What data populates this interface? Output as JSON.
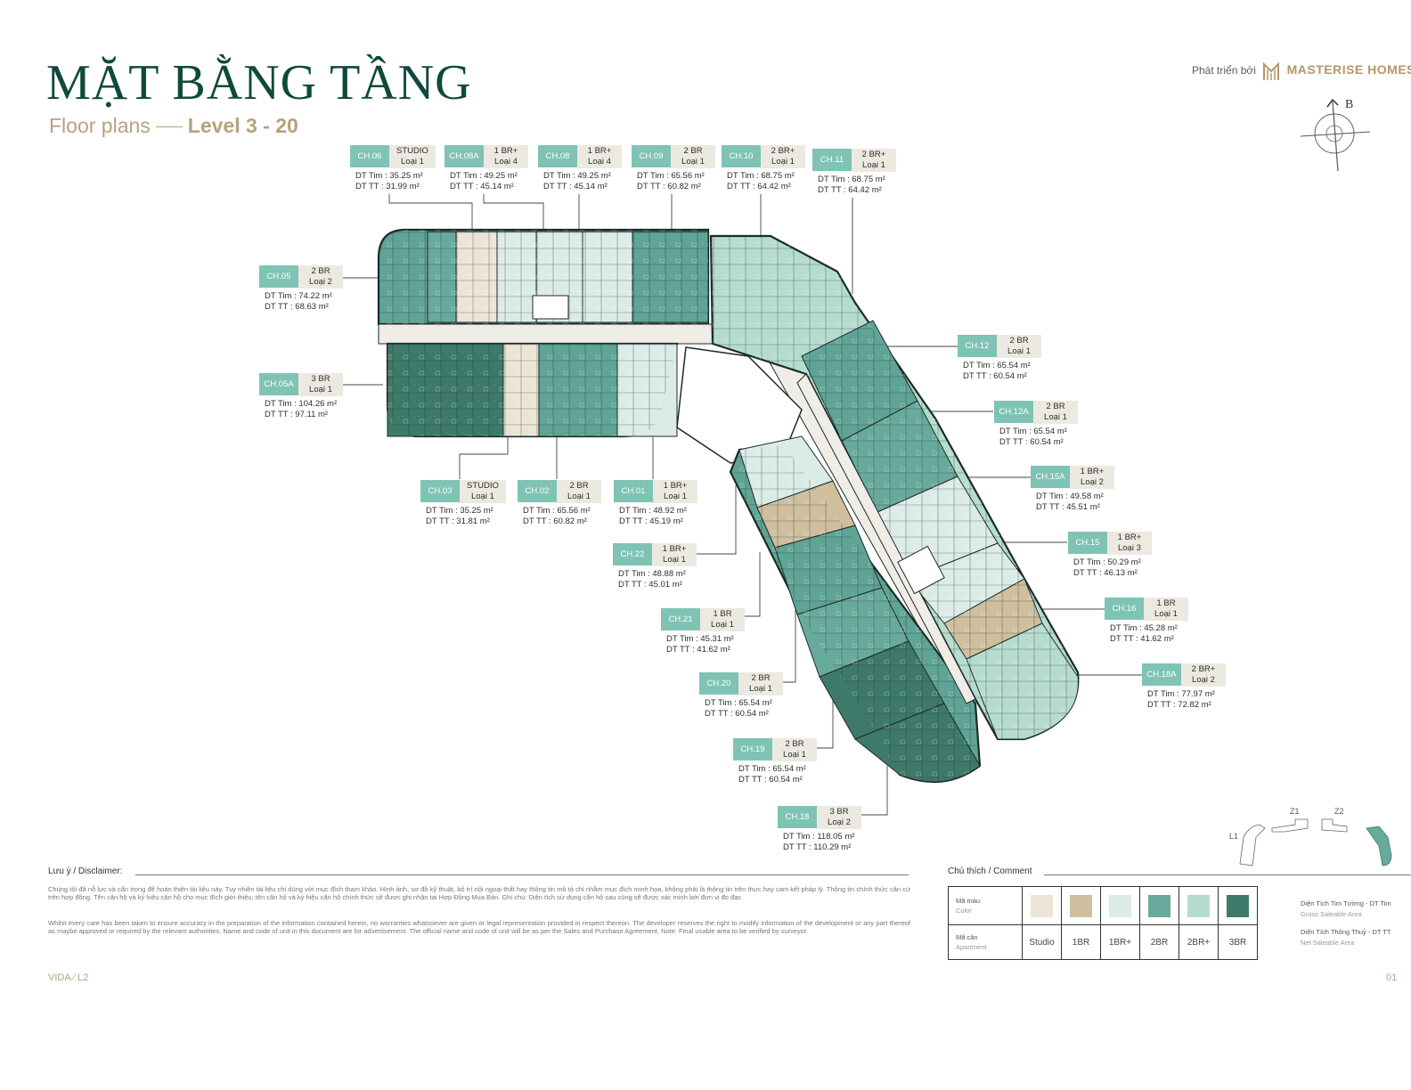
{
  "header": {
    "title": "MẶT BẰNG TẦNG",
    "subtitle": "Floor plans",
    "level": "Level 3 - 20"
  },
  "brand": {
    "prefix": "Phát triển bởi",
    "name": "MASTERISE HOMES"
  },
  "compass": {
    "label": "B"
  },
  "units": [
    {
      "code": "CH.06",
      "type": "STUDIO",
      "kind": "Loại 1",
      "gross": "DT Tim  : 35.25 m²",
      "net": "DT TT   : 31.99 m²"
    },
    {
      "code": "CH.08A",
      "type": "1 BR+",
      "kind": "Loại 4",
      "gross": "DT Tim  : 49.25 m²",
      "net": "DT TT   : 45.14 m²"
    },
    {
      "code": "CH.08",
      "type": "1 BR+",
      "kind": "Loại 4",
      "gross": "DT Tim  : 49.25 m²",
      "net": "DT TT   : 45.14 m²"
    },
    {
      "code": "CH.09",
      "type": "2 BR",
      "kind": "Loại 1",
      "gross": "DT Tim  : 65.56 m²",
      "net": "DT TT   : 60.82 m²"
    },
    {
      "code": "CH.10",
      "type": "2 BR+",
      "kind": "Loại 1",
      "gross": "DT Tim  : 68.75 m²",
      "net": "DT TT   : 64.42 m²"
    },
    {
      "code": "CH.11",
      "type": "2 BR+",
      "kind": "Loại 1",
      "gross": "DT Tim  : 68.75 m²",
      "net": "DT TT   : 64.42 m²"
    },
    {
      "code": "CH.05",
      "type": "2 BR",
      "kind": "Loại 2",
      "gross": "DT Tim  : 74.22 m²",
      "net": "DT TT   : 68.63 m²"
    },
    {
      "code": "CH.05A",
      "type": "3 BR",
      "kind": "Loại 1",
      "gross": "DT Tim  : 104.26 m²",
      "net": "DT TT   : 97.11 m²"
    },
    {
      "code": "CH.12",
      "type": "2 BR",
      "kind": "Loại 1",
      "gross": "DT Tim  : 65.54 m²",
      "net": "DT TT   : 60.54 m²"
    },
    {
      "code": "CH.12A",
      "type": "2 BR",
      "kind": "Loại 1",
      "gross": "DT Tim  : 65.54 m²",
      "net": "DT TT   : 60.54 m²"
    },
    {
      "code": "CH.15A",
      "type": "1 BR+",
      "kind": "Loại 2",
      "gross": "DT Tim  : 49.58 m²",
      "net": "DT TT   : 45.51 m²"
    },
    {
      "code": "CH.15",
      "type": "1 BR+",
      "kind": "Loại 3",
      "gross": "DT Tim  : 50.29 m²",
      "net": "DT TT   : 46.13 m²"
    },
    {
      "code": "CH.16",
      "type": "1 BR",
      "kind": "Loại 1",
      "gross": "DT Tim  : 45.28 m²",
      "net": "DT TT   : 41.62 m²"
    },
    {
      "code": "CH.18A",
      "type": "2 BR+",
      "kind": "Loại 2",
      "gross": "DT Tim  : 77.97 m²",
      "net": "DT TT   : 72.82 m²"
    },
    {
      "code": "CH.03",
      "type": "STUDIO",
      "kind": "Loại 1",
      "gross": "DT Tim  : 35.25 m²",
      "net": "DT TT   : 31.81 m²"
    },
    {
      "code": "CH.02",
      "type": "2 BR",
      "kind": "Loại 1",
      "gross": "DT Tim  : 65.56 m²",
      "net": "DT TT   : 60.82 m²"
    },
    {
      "code": "CH.01",
      "type": "1 BR+",
      "kind": "Loại 1",
      "gross": "DT Tim  : 48.92 m²",
      "net": "DT TT   : 45.19 m²"
    },
    {
      "code": "CH.22",
      "type": "1 BR+",
      "kind": "Loại 1",
      "gross": "DT Tim  : 48.88 m²",
      "net": "DT TT   : 45.01 m²"
    },
    {
      "code": "CH.21",
      "type": "1 BR",
      "kind": "Loại 1",
      "gross": "DT Tim  : 45.31 m²",
      "net": "DT TT   : 41.62 m²"
    },
    {
      "code": "CH.20",
      "type": "2 BR",
      "kind": "Loại 1",
      "gross": "DT Tim  : 65.54 m²",
      "net": "DT TT   : 60.54 m²"
    },
    {
      "code": "CH.19",
      "type": "2 BR",
      "kind": "Loại 1",
      "gross": "DT Tim  : 65.54 m²",
      "net": "DT TT   : 60.54 m²"
    },
    {
      "code": "CH.18",
      "type": "3 BR",
      "kind": "Loại 2",
      "gross": "DT Tim  : 118.05 m²",
      "net": "DT TT   : 110.29 m²"
    }
  ],
  "disclaimer": {
    "title": "Lưu ý / Disclaimer:",
    "vi": "Chúng tôi đã nỗ lực và cẩn trọng để hoàn thiện tài liệu này. Tuy nhiên tài liệu chỉ dùng với mục đích tham khảo. Hình ảnh, sơ đồ kỹ thuật, bố trí nội ngoại thất hay thông tin mô tả chỉ nhằm mục đích minh họa, không phải là thông tin trên thực hay cam kết pháp lý. Thông tin chính thức căn cứ trên hợp đồng. Tên căn hộ và ký hiệu căn hộ cho mục đích giới thiệu; tên căn hộ và ký hiệu căn hộ chính thức sẽ được ghi nhận tại Hợp Đồng Mua Bán. Ghi chú: Diện tích sử dụng căn hộ sau cùng sẽ được xác minh bởi đơn vị đo đạc.",
    "en": "Whilst every care has been taken to ensure accuracy in the preparation of the information contained herein, no warranties whatsoever are given or legal representation provided in respect thereon. The developer reserves the right to modify information of the development or any part thereof as maybe approved or required by the relevant authorities. Name and code of unit in this document are for advertisement. The official name and code of unit will be as per the Sales and Purchase Agreement. Note: Final usable area to be verified by surveyor."
  },
  "legend": {
    "title": "Chú thích / Comment",
    "color_label": "Mã màu",
    "color_label_en": "Color",
    "apt_label": "Mã căn",
    "apt_label_en": "Apartment",
    "items": [
      {
        "name": "Studio",
        "color": "#ece5d7"
      },
      {
        "name": "1BR",
        "color": "#cfbf9f"
      },
      {
        "name": "1BR+",
        "color": "#dbece8"
      },
      {
        "name": "2BR",
        "color": "#68aa9b"
      },
      {
        "name": "2BR+",
        "color": "#b5dccf"
      },
      {
        "name": "3BR",
        "color": "#3e7a69"
      }
    ]
  },
  "notes": [
    {
      "vi": "Diện Tích Tim Tường - DT Tim",
      "en": "Gross Saleable Area"
    },
    {
      "vi": "Diện Tích Thông Thuỷ - DT TT",
      "en": "Net Saleable Area"
    }
  ],
  "keyplan": {
    "labels": [
      "Z1",
      "Z2",
      "L1"
    ]
  },
  "footer": {
    "project": "VIDA  ⁄  L2",
    "page": "01"
  }
}
